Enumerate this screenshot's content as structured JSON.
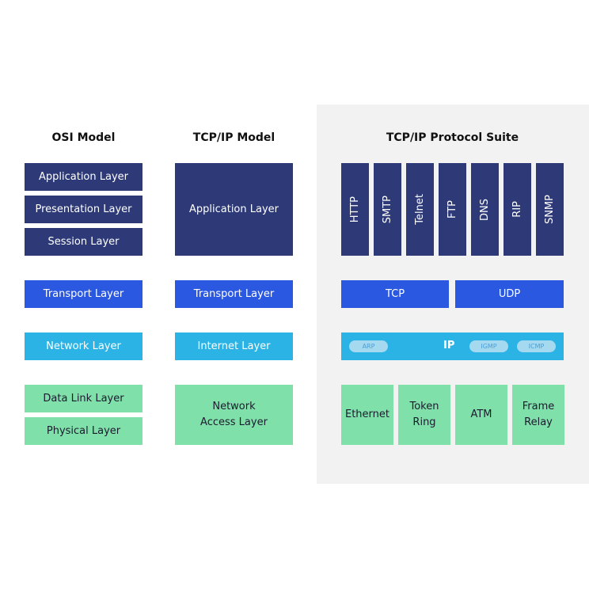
{
  "osi": {
    "title": "OSI Model",
    "layers": [
      "Application Layer",
      "Presentation Layer",
      "Session Layer",
      "Transport Layer",
      "Network Layer",
      "Data Link Layer",
      "Physical Layer"
    ]
  },
  "tcpip": {
    "title": "TCP/IP Model",
    "layers": [
      "Application Layer",
      "Transport Layer",
      "Internet Layer",
      "Network Access Layer"
    ]
  },
  "suite": {
    "title": "TCP/IP Protocol Suite",
    "application": [
      "HTTP",
      "SMTP",
      "Telnet",
      "FTP",
      "DNS",
      "RIP",
      "SNMP"
    ],
    "transport": [
      "TCP",
      "UDP"
    ],
    "internet": {
      "label": "IP",
      "pills": [
        "ARP",
        "IGMP",
        "ICMP"
      ]
    },
    "link": [
      "Ethernet",
      "Token Ring",
      "ATM",
      "Frame Relay"
    ]
  },
  "colors": {
    "application": "#2e3a78",
    "transport": "#2b58e0",
    "network": "#2bb3e6",
    "link": "#80e0aa",
    "panel": "#f2f2f2"
  }
}
